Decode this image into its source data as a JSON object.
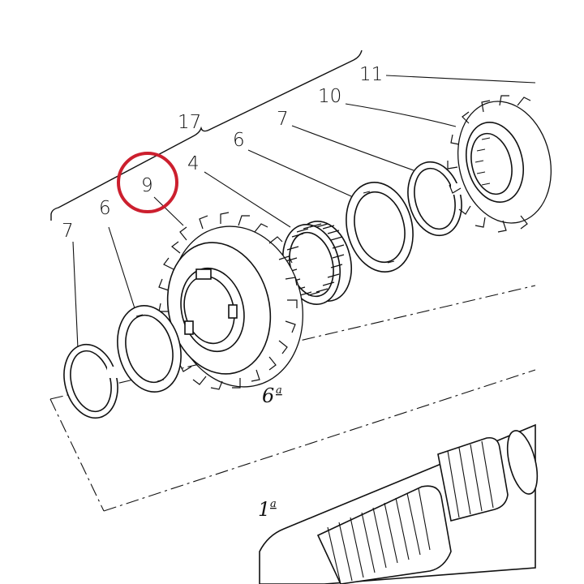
{
  "labels": {
    "l11": "11",
    "l10": "10",
    "l7_right": "7",
    "l17": "17",
    "l6_right": "6",
    "l4": "4",
    "l9": "9",
    "l6_left": "6",
    "l7_left": "7",
    "gear_ref": "6",
    "gear_ref_sup": "a",
    "shaft_ref": "1",
    "shaft_ref_sup": "a"
  },
  "highlight": {
    "target_label": "9",
    "color": "#cc1f2e"
  }
}
